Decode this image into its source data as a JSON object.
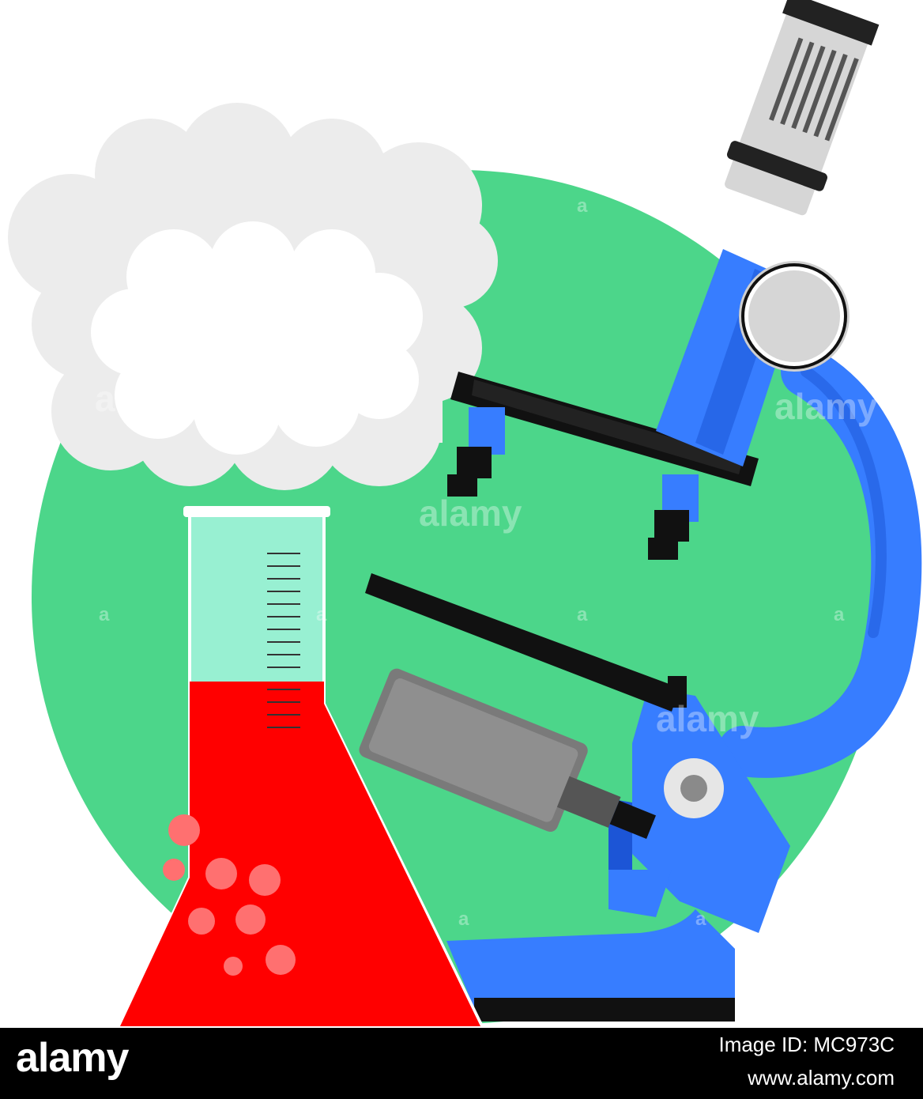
{
  "colors": {
    "background": "#ffffff",
    "circle": "#4cd68a",
    "cloud_shadow": "#ececec",
    "cloud": "#ffffff",
    "flask_glass": "#98f0d2",
    "flask_liquid": "#ff0000",
    "bubbles": "#ff7070",
    "microscope_body": "#377dff",
    "microscope_dark": "#1c55d6",
    "black_parts": "#111111",
    "eyepiece": "#d6d6d6",
    "gray_lamp": "#7a7a7a",
    "footer": "#000000"
  },
  "icons": [
    "cloud-icon",
    "flask-icon",
    "microscope-icon"
  ],
  "watermark": {
    "text": "alamy",
    "small_mark": "a"
  },
  "footer": {
    "brand": "alamy",
    "image_id": "Image ID: MC973C",
    "url": "www.alamy.com"
  }
}
